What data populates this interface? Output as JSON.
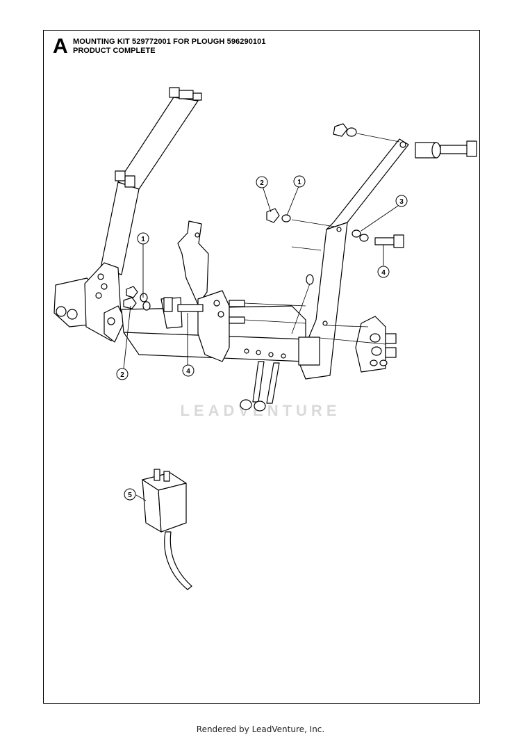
{
  "header": {
    "section_letter": "A",
    "title_line_1": "MOUNTING KIT 529772001 FOR PLOUGH 596290101",
    "title_line_2": "PRODUCT COMPLETE"
  },
  "callouts": [
    {
      "id": "c1a",
      "label": "1"
    },
    {
      "id": "c2a",
      "label": "2"
    },
    {
      "id": "c3",
      "label": "3"
    },
    {
      "id": "c4a",
      "label": "4"
    },
    {
      "id": "c1b",
      "label": "1"
    },
    {
      "id": "c2b",
      "label": "2"
    },
    {
      "id": "c4b",
      "label": "4"
    },
    {
      "id": "c5",
      "label": "5"
    }
  ],
  "watermark": "LEADVENTURE",
  "footer": "Rendered by LeadVenture, Inc."
}
